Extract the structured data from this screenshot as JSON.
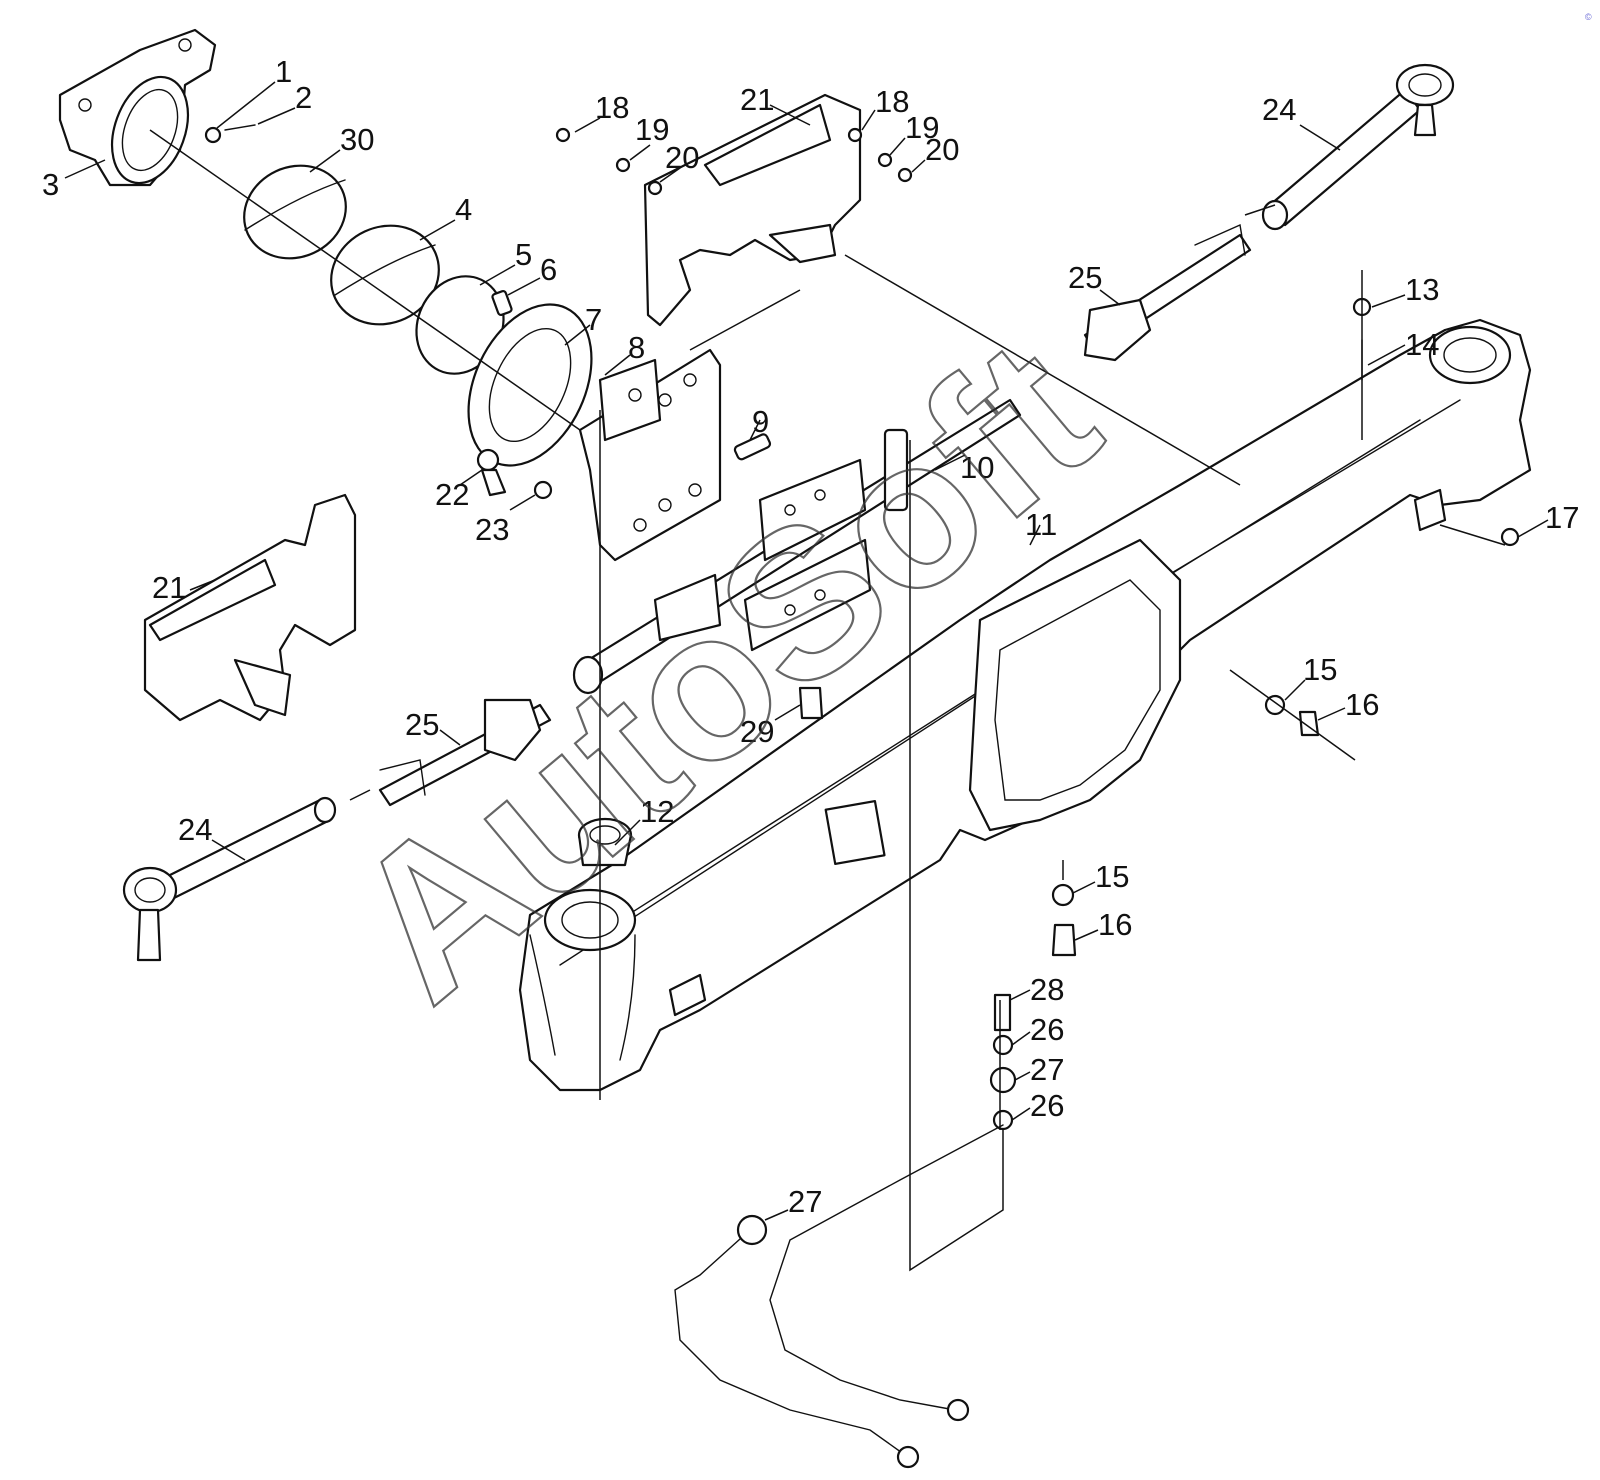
{
  "watermark": "AutoSoft",
  "corner_mark": "©",
  "callouts": [
    "1",
    "2",
    "3",
    "30",
    "4",
    "5",
    "6",
    "7",
    "8",
    "9",
    "10",
    "11",
    "12",
    "13",
    "14",
    "15",
    "16",
    "17",
    "18",
    "19",
    "20",
    "21",
    "22",
    "23",
    "24",
    "25",
    "26",
    "27",
    "28",
    "29"
  ]
}
